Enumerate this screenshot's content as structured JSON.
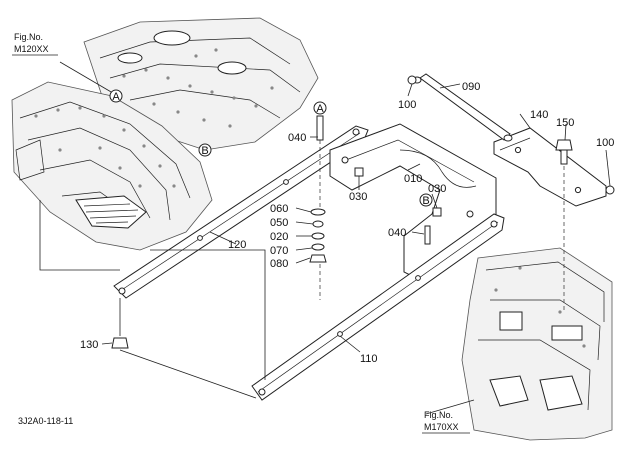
{
  "fig_refs": [
    {
      "line1": "Fig.No.",
      "line2": "M120XX"
    },
    {
      "line1": "Fig.No.",
      "line2": "M170XX"
    }
  ],
  "circle_refs": [
    "A",
    "B"
  ],
  "parts": {
    "p010": "010",
    "p020": "020",
    "p030a": "030",
    "p030b": "030",
    "p040a": "040",
    "p040b": "040",
    "p050": "050",
    "p060": "060",
    "p070": "070",
    "p080": "080",
    "p090": "090",
    "p100a": "100",
    "p100b": "100",
    "p110": "110",
    "p120": "120",
    "p130": "130",
    "p140": "140",
    "p150": "150"
  },
  "drawing_code": "3J2A0-118-11"
}
